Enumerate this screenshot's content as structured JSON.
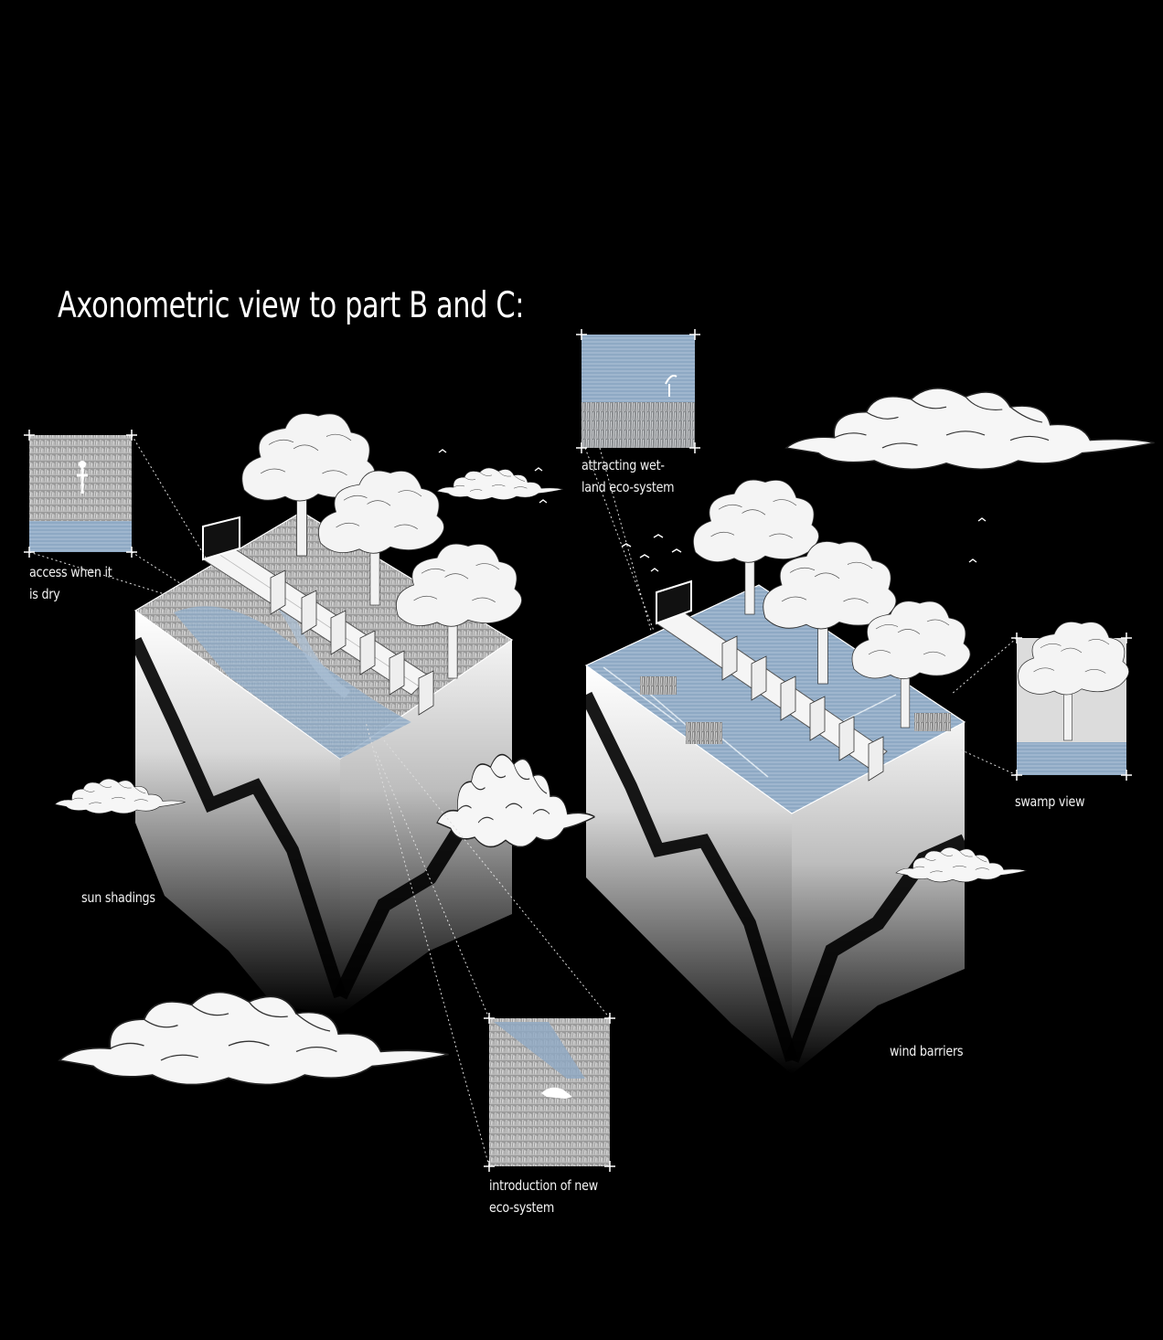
{
  "title": "Axonometric view to part B and C:",
  "callouts": {
    "access": "access when it\nis dry",
    "sun": "sun shadings",
    "wetland": "attracting wet-\nland eco-system",
    "swamp": "swamp view",
    "wind": "wind barriers",
    "intro": "introduction of new\neco-system"
  },
  "colors": {
    "background": "#000000",
    "water": "#8ea9c4",
    "foliage": "#f4f4f4",
    "ink": "#ffffff"
  }
}
